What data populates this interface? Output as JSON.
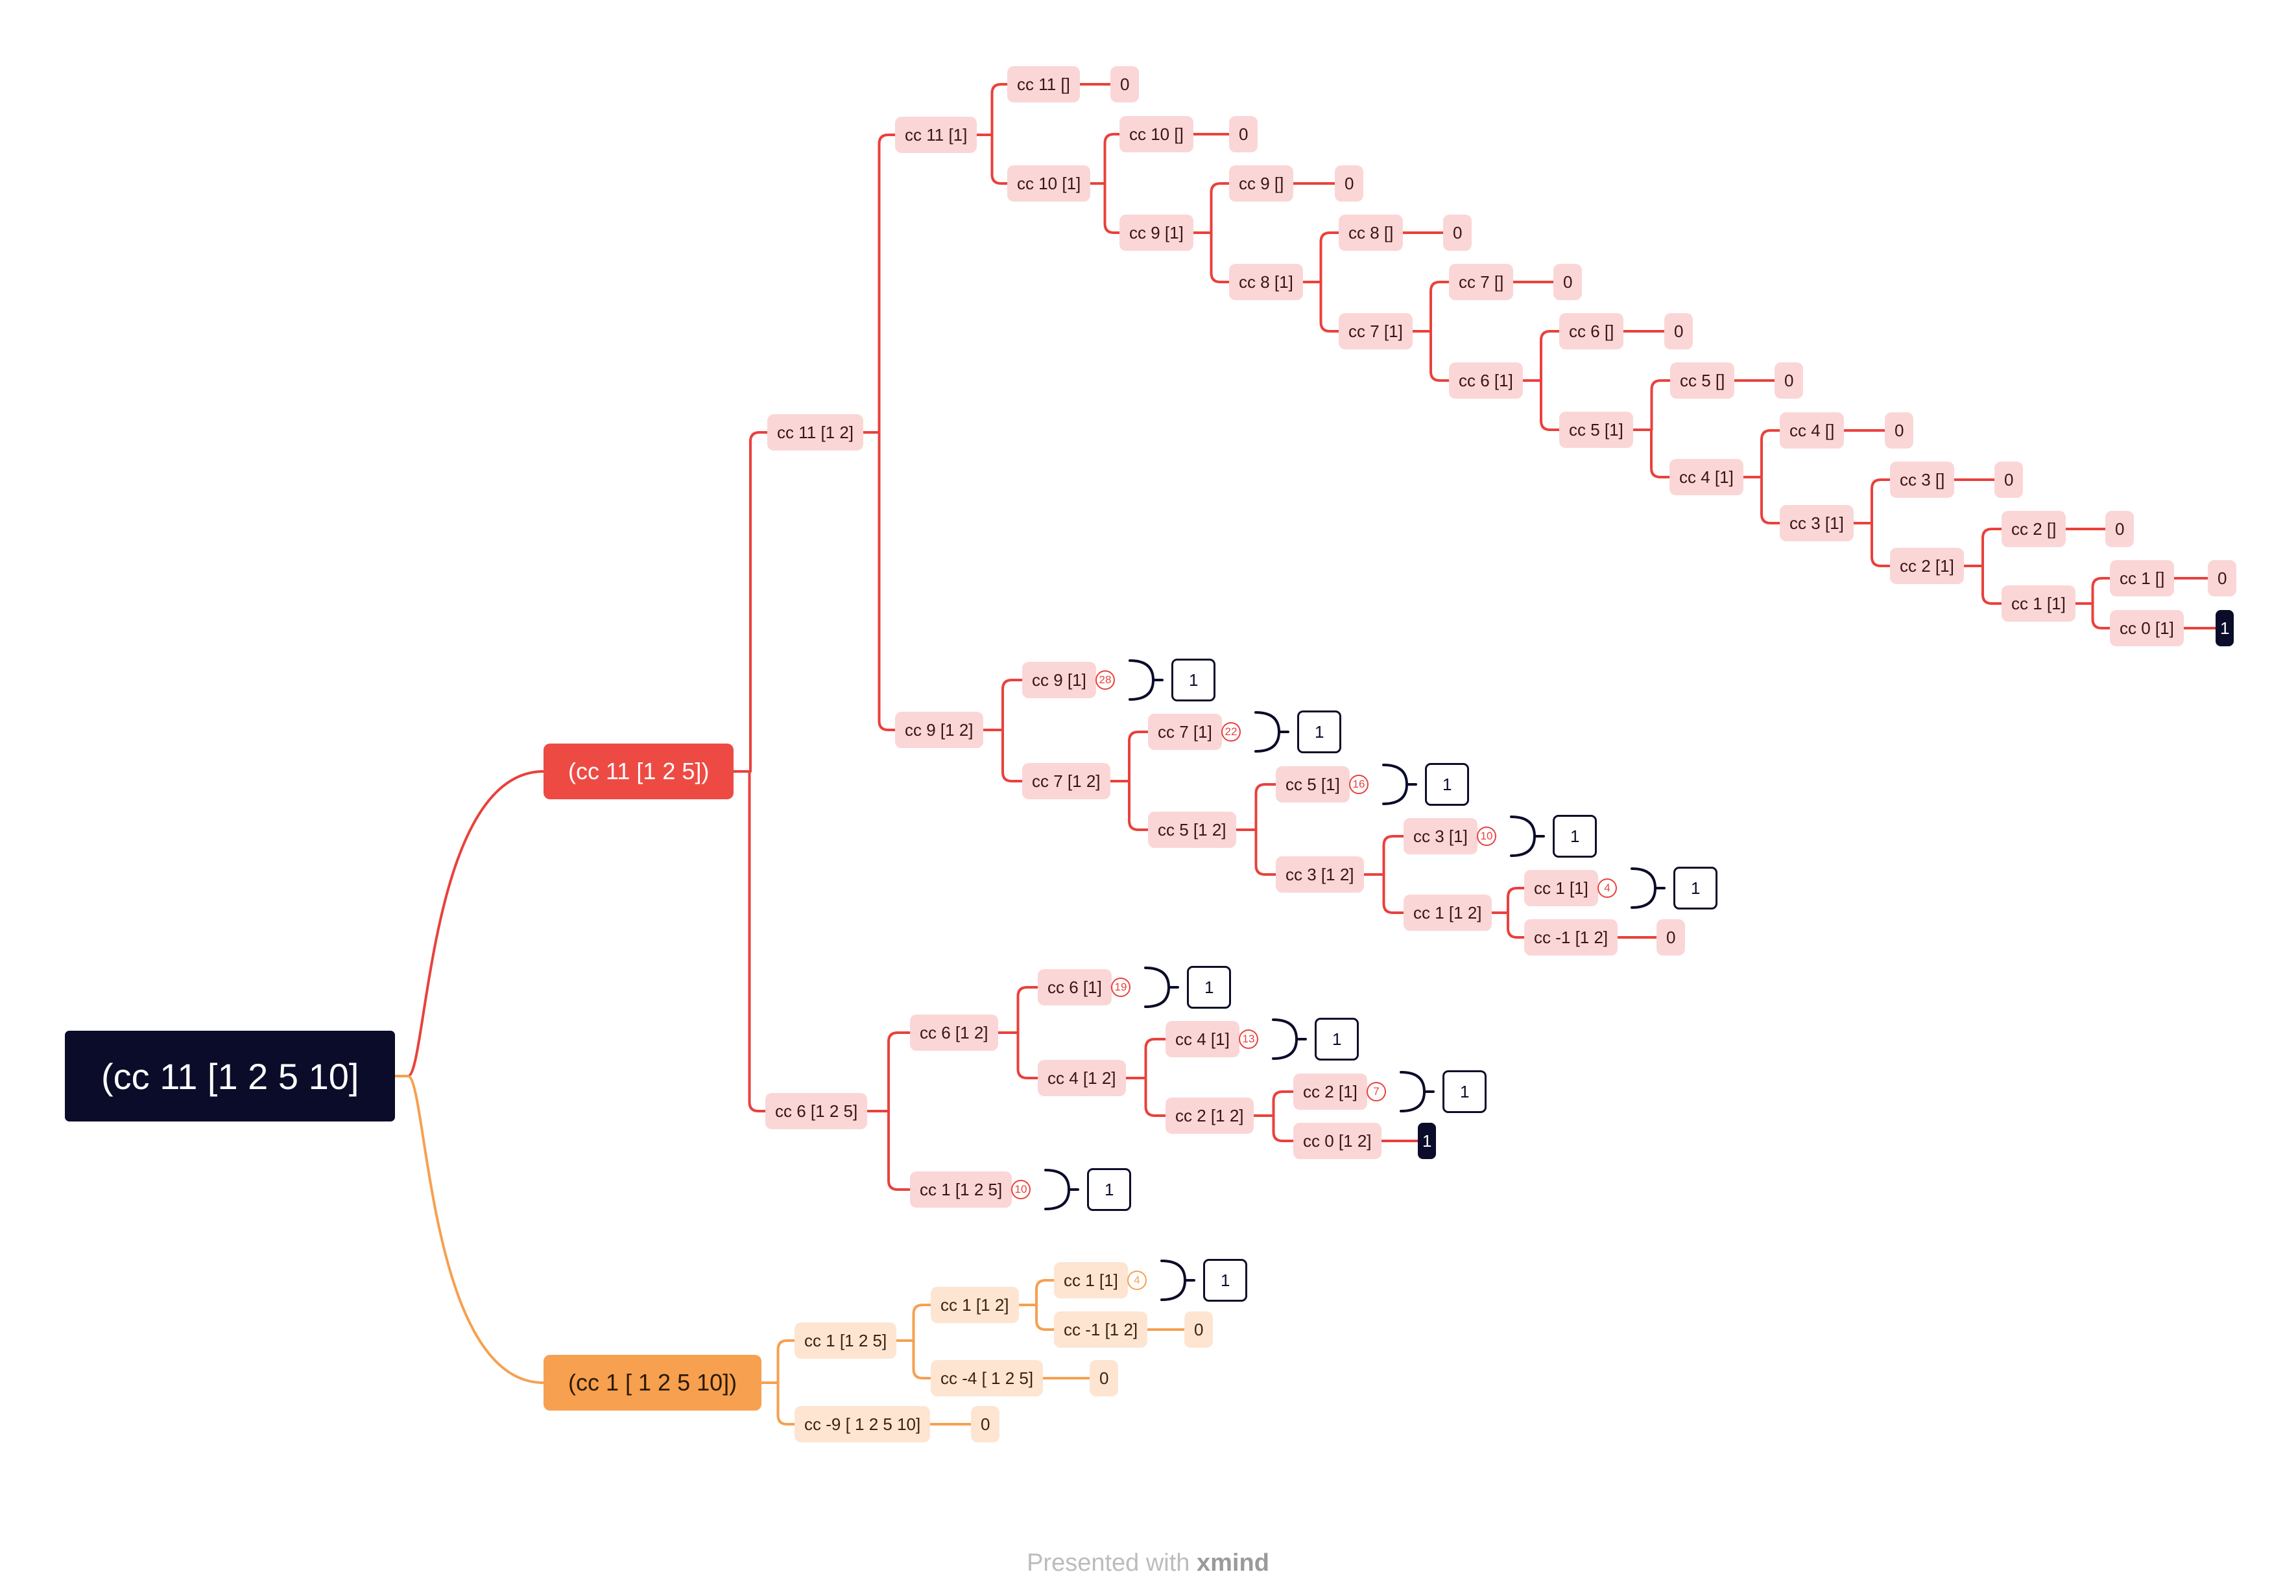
{
  "colors": {
    "red": "#e9413c",
    "orange": "#f6a050",
    "dark": "#0b0c2a"
  },
  "root": {
    "id": "root",
    "label": "(cc 11 [1 2 5 10]",
    "children": [
      {
        "id": "b1",
        "label": "(cc 11 [1 2 5])",
        "children": [
          {
            "id": "n_11_12",
            "label": "cc 11 [1 2]",
            "children": [
              {
                "id": "n_11_1",
                "label": "cc 11 [1]",
                "children": [
                  {
                    "id": "n_11_e",
                    "label": "cc 11 []",
                    "children": [
                      {
                        "id": "r_11",
                        "label": "0"
                      }
                    ]
                  },
                  {
                    "id": "n_10_1",
                    "label": "cc 10 [1]",
                    "children": [
                      {
                        "id": "n_10_e",
                        "label": "cc 10 []",
                        "children": [
                          {
                            "id": "r_10",
                            "label": "0"
                          }
                        ]
                      },
                      {
                        "id": "n_9_1",
                        "label": "cc 9 [1]",
                        "children": [
                          {
                            "id": "n_9_e",
                            "label": "cc 9 []",
                            "children": [
                              {
                                "id": "r_9",
                                "label": "0"
                              }
                            ]
                          },
                          {
                            "id": "n_8_1",
                            "label": "cc 8 [1]",
                            "children": [
                              {
                                "id": "n_8_e",
                                "label": "cc 8 []",
                                "children": [
                                  {
                                    "id": "r_8",
                                    "label": "0"
                                  }
                                ]
                              },
                              {
                                "id": "n_7_1",
                                "label": "cc 7 [1]",
                                "children": [
                                  {
                                    "id": "n_7_e",
                                    "label": "cc 7 []",
                                    "children": [
                                      {
                                        "id": "r_7",
                                        "label": "0"
                                      }
                                    ]
                                  },
                                  {
                                    "id": "n_6_1",
                                    "label": "cc 6 [1]",
                                    "children": [
                                      {
                                        "id": "n_6_e",
                                        "label": "cc 6 []",
                                        "children": [
                                          {
                                            "id": "r_6",
                                            "label": "0"
                                          }
                                        ]
                                      },
                                      {
                                        "id": "n_5_1",
                                        "label": "cc 5 [1]",
                                        "children": [
                                          {
                                            "id": "n_5_e",
                                            "label": "cc 5 []",
                                            "children": [
                                              {
                                                "id": "r_5",
                                                "label": "0"
                                              }
                                            ]
                                          },
                                          {
                                            "id": "n_4_1",
                                            "label": "cc 4 [1]",
                                            "children": [
                                              {
                                                "id": "n_4_e",
                                                "label": "cc 4 []",
                                                "children": [
                                                  {
                                                    "id": "r_4",
                                                    "label": "0"
                                                  }
                                                ]
                                              },
                                              {
                                                "id": "n_3_1",
                                                "label": "cc 3 [1]",
                                                "children": [
                                                  {
                                                    "id": "n_3_e",
                                                    "label": "cc 3 []",
                                                    "children": [
                                                      {
                                                        "id": "r_3",
                                                        "label": "0"
                                                      }
                                                    ]
                                                  },
                                                  {
                                                    "id": "n_2_1",
                                                    "label": "cc 2 [1]",
                                                    "children": [
                                                      {
                                                        "id": "n_2_e",
                                                        "label": "cc 2 []",
                                                        "children": [
                                                          {
                                                            "id": "r_2",
                                                            "label": "0"
                                                          }
                                                        ]
                                                      },
                                                      {
                                                        "id": "n_1_1",
                                                        "label": "cc 1 [1]",
                                                        "children": [
                                                          {
                                                            "id": "n_1_e",
                                                            "label": "cc 1 []",
                                                            "children": [
                                                              {
                                                                "id": "r_1",
                                                                "label": "0"
                                                              }
                                                            ]
                                                          },
                                                          {
                                                            "id": "n_0_1",
                                                            "label": "cc 0 [1]",
                                                            "children": [
                                                              {
                                                                "id": "r_0",
                                                                "label": "1"
                                                              }
                                                            ]
                                                          }
                                                        ]
                                                      }
                                                    ]
                                                  }
                                                ]
                                              }
                                            ]
                                          }
                                        ]
                                      }
                                    ]
                                  }
                                ]
                              }
                            ]
                          }
                        ]
                      }
                    ]
                  }
                ]
              },
              {
                "id": "n_9_12",
                "label": "cc 9 [1 2]",
                "children": [
                  {
                    "id": "s_9_1",
                    "label": "cc 9 [1]",
                    "badge": "28",
                    "result": "1"
                  },
                  {
                    "id": "s_7_12",
                    "label": "cc 7 [1 2]",
                    "children": [
                      {
                        "id": "s_7_1",
                        "label": "cc 7 [1]",
                        "badge": "22",
                        "result": "1"
                      },
                      {
                        "id": "s_5_12",
                        "label": "cc 5 [1 2]",
                        "children": [
                          {
                            "id": "s_5_1",
                            "label": "cc 5 [1]",
                            "badge": "16",
                            "result": "1"
                          },
                          {
                            "id": "s_3_12",
                            "label": "cc 3 [1 2]",
                            "children": [
                              {
                                "id": "s_3_1",
                                "label": "cc 3 [1]",
                                "badge": "10",
                                "result": "1"
                              },
                              {
                                "id": "s_1_12",
                                "label": "cc 1 [1 2]",
                                "children": [
                                  {
                                    "id": "s_1_1",
                                    "label": "cc 1 [1]",
                                    "badge": "4",
                                    "result": "1"
                                  },
                                  {
                                    "id": "s_m1_12",
                                    "label": "cc -1 [1 2]",
                                    "children": [
                                      {
                                        "id": "rs_m1",
                                        "label": "0"
                                      }
                                    ]
                                  }
                                ]
                              }
                            ]
                          }
                        ]
                      }
                    ]
                  }
                ]
              }
            ]
          },
          {
            "id": "n_6_125",
            "label": "cc 6 [1 2 5]",
            "children": [
              {
                "id": "t_6_12",
                "label": "cc 6 [1 2]",
                "children": [
                  {
                    "id": "t_6_1",
                    "label": "cc 6 [1]",
                    "badge": "19",
                    "result": "1"
                  },
                  {
                    "id": "t_4_12",
                    "label": "cc 4 [1 2]",
                    "children": [
                      {
                        "id": "t_4_1",
                        "label": "cc 4 [1]",
                        "badge": "13",
                        "result": "1"
                      },
                      {
                        "id": "t_2_12",
                        "label": "cc 2 [1 2]",
                        "children": [
                          {
                            "id": "t_2_1",
                            "label": "cc 2 [1]",
                            "badge": "7",
                            "result": "1"
                          },
                          {
                            "id": "t_0_12",
                            "label": "cc 0 [1 2]",
                            "children": [
                              {
                                "id": "rt_0",
                                "label": "1"
                              }
                            ]
                          }
                        ]
                      }
                    ]
                  }
                ]
              },
              {
                "id": "t_1_125",
                "label": "cc 1 [1 2 5]",
                "badge": "10",
                "result": "1"
              }
            ]
          }
        ]
      },
      {
        "id": "b2",
        "label": "(cc 1 [ 1 2 5 10])",
        "children": [
          {
            "id": "o_1_125",
            "label": "cc 1 [1 2 5]",
            "children": [
              {
                "id": "o_1_12",
                "label": "cc 1 [1 2]",
                "children": [
                  {
                    "id": "o_1_1",
                    "label": "cc 1 [1]",
                    "badge": "4",
                    "result": "1"
                  },
                  {
                    "id": "o_m1_12",
                    "label": "cc -1 [1 2]",
                    "children": [
                      {
                        "id": "ro_m1",
                        "label": "0"
                      }
                    ]
                  }
                ]
              },
              {
                "id": "o_m4_125",
                "label": "cc -4 [ 1 2 5]",
                "children": [
                  {
                    "id": "ro_m4",
                    "label": "0"
                  }
                ]
              }
            ]
          },
          {
            "id": "o_m9_125",
            "label": "cc -9 [ 1 2 5 10]",
            "children": [
              {
                "id": "ro_m9",
                "label": "0"
              }
            ]
          }
        ]
      }
    ]
  },
  "footer": {
    "text": "Presented with ",
    "brand": "xmind"
  }
}
